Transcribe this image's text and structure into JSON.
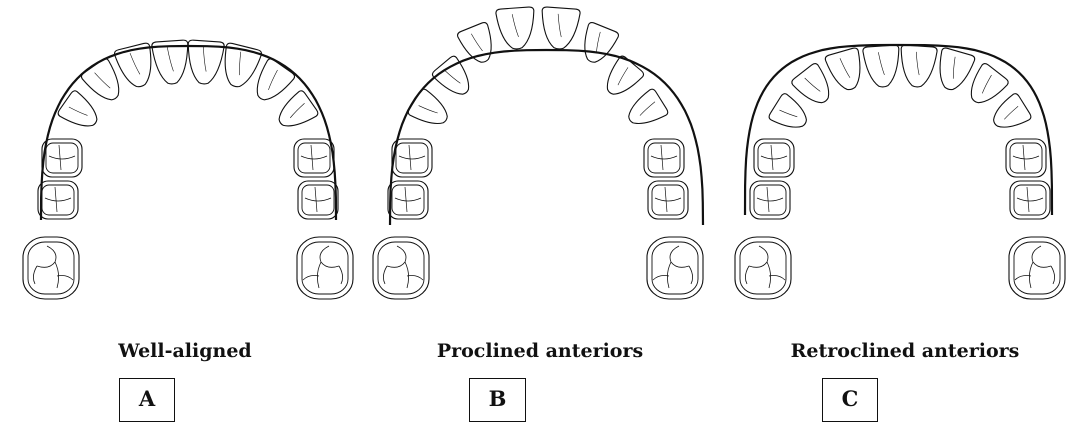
{
  "panels": [
    {
      "caption": "Well-aligned",
      "letter": "A"
    },
    {
      "caption": "Proclined anteriors",
      "letter": "B"
    },
    {
      "caption": "Retroclined anteriors",
      "letter": "C"
    }
  ],
  "colors": {
    "ink": "#111111",
    "background": "#ffffff"
  }
}
